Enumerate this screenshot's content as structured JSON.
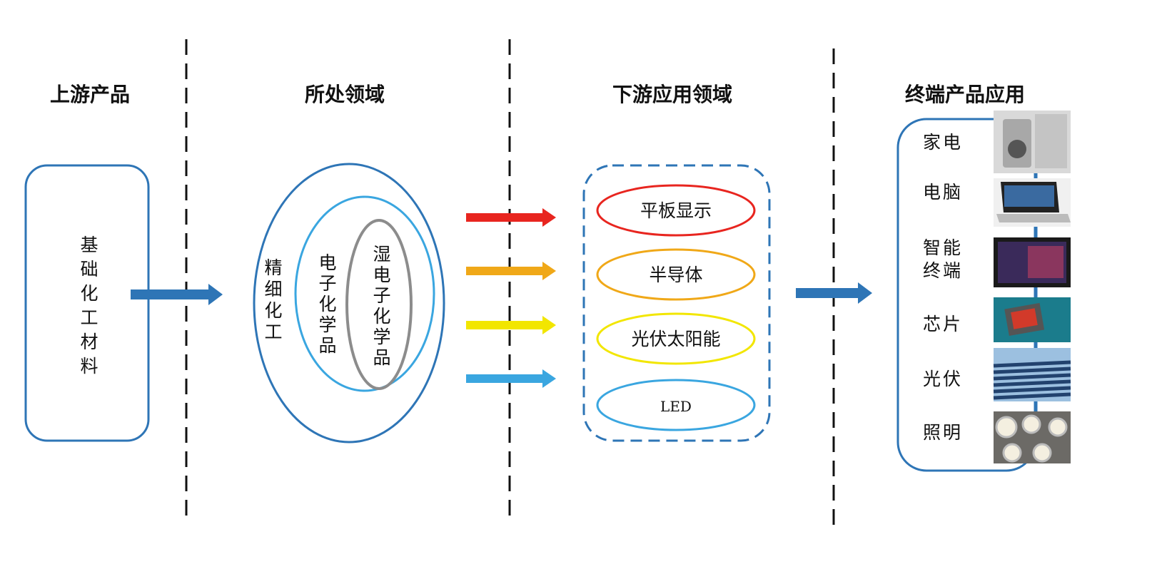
{
  "headers": {
    "upstream": "上游产品",
    "field": "所处领域",
    "downstream": "下游应用领域",
    "terminal": "终端产品应用"
  },
  "upstream_box": {
    "label": "基础化工材料"
  },
  "fields": {
    "outer": "精细化工",
    "middle": "电子化学品",
    "inner": "湿电子化学品"
  },
  "downstream": [
    {
      "label": "平板显示",
      "color": "#e8251f"
    },
    {
      "label": "半导体",
      "color": "#f0a818"
    },
    {
      "label": "光伏太阳能",
      "color": "#f2e600"
    },
    {
      "label": "LED",
      "color": "#3aa6e0"
    }
  ],
  "terminal": [
    {
      "label": "家电",
      "icon": "appliances-image"
    },
    {
      "label": "电脑",
      "icon": "laptop-image"
    },
    {
      "label": "智能终端",
      "icon": "tablet-image"
    },
    {
      "label": "芯片",
      "icon": "chip-image"
    },
    {
      "label": "光伏",
      "icon": "solar-panel-image"
    },
    {
      "label": "照明",
      "icon": "lighting-image"
    }
  ],
  "colors": {
    "blue": "#2e75b6",
    "light_blue": "#3aa6e0",
    "gray": "#8c8c8c"
  }
}
